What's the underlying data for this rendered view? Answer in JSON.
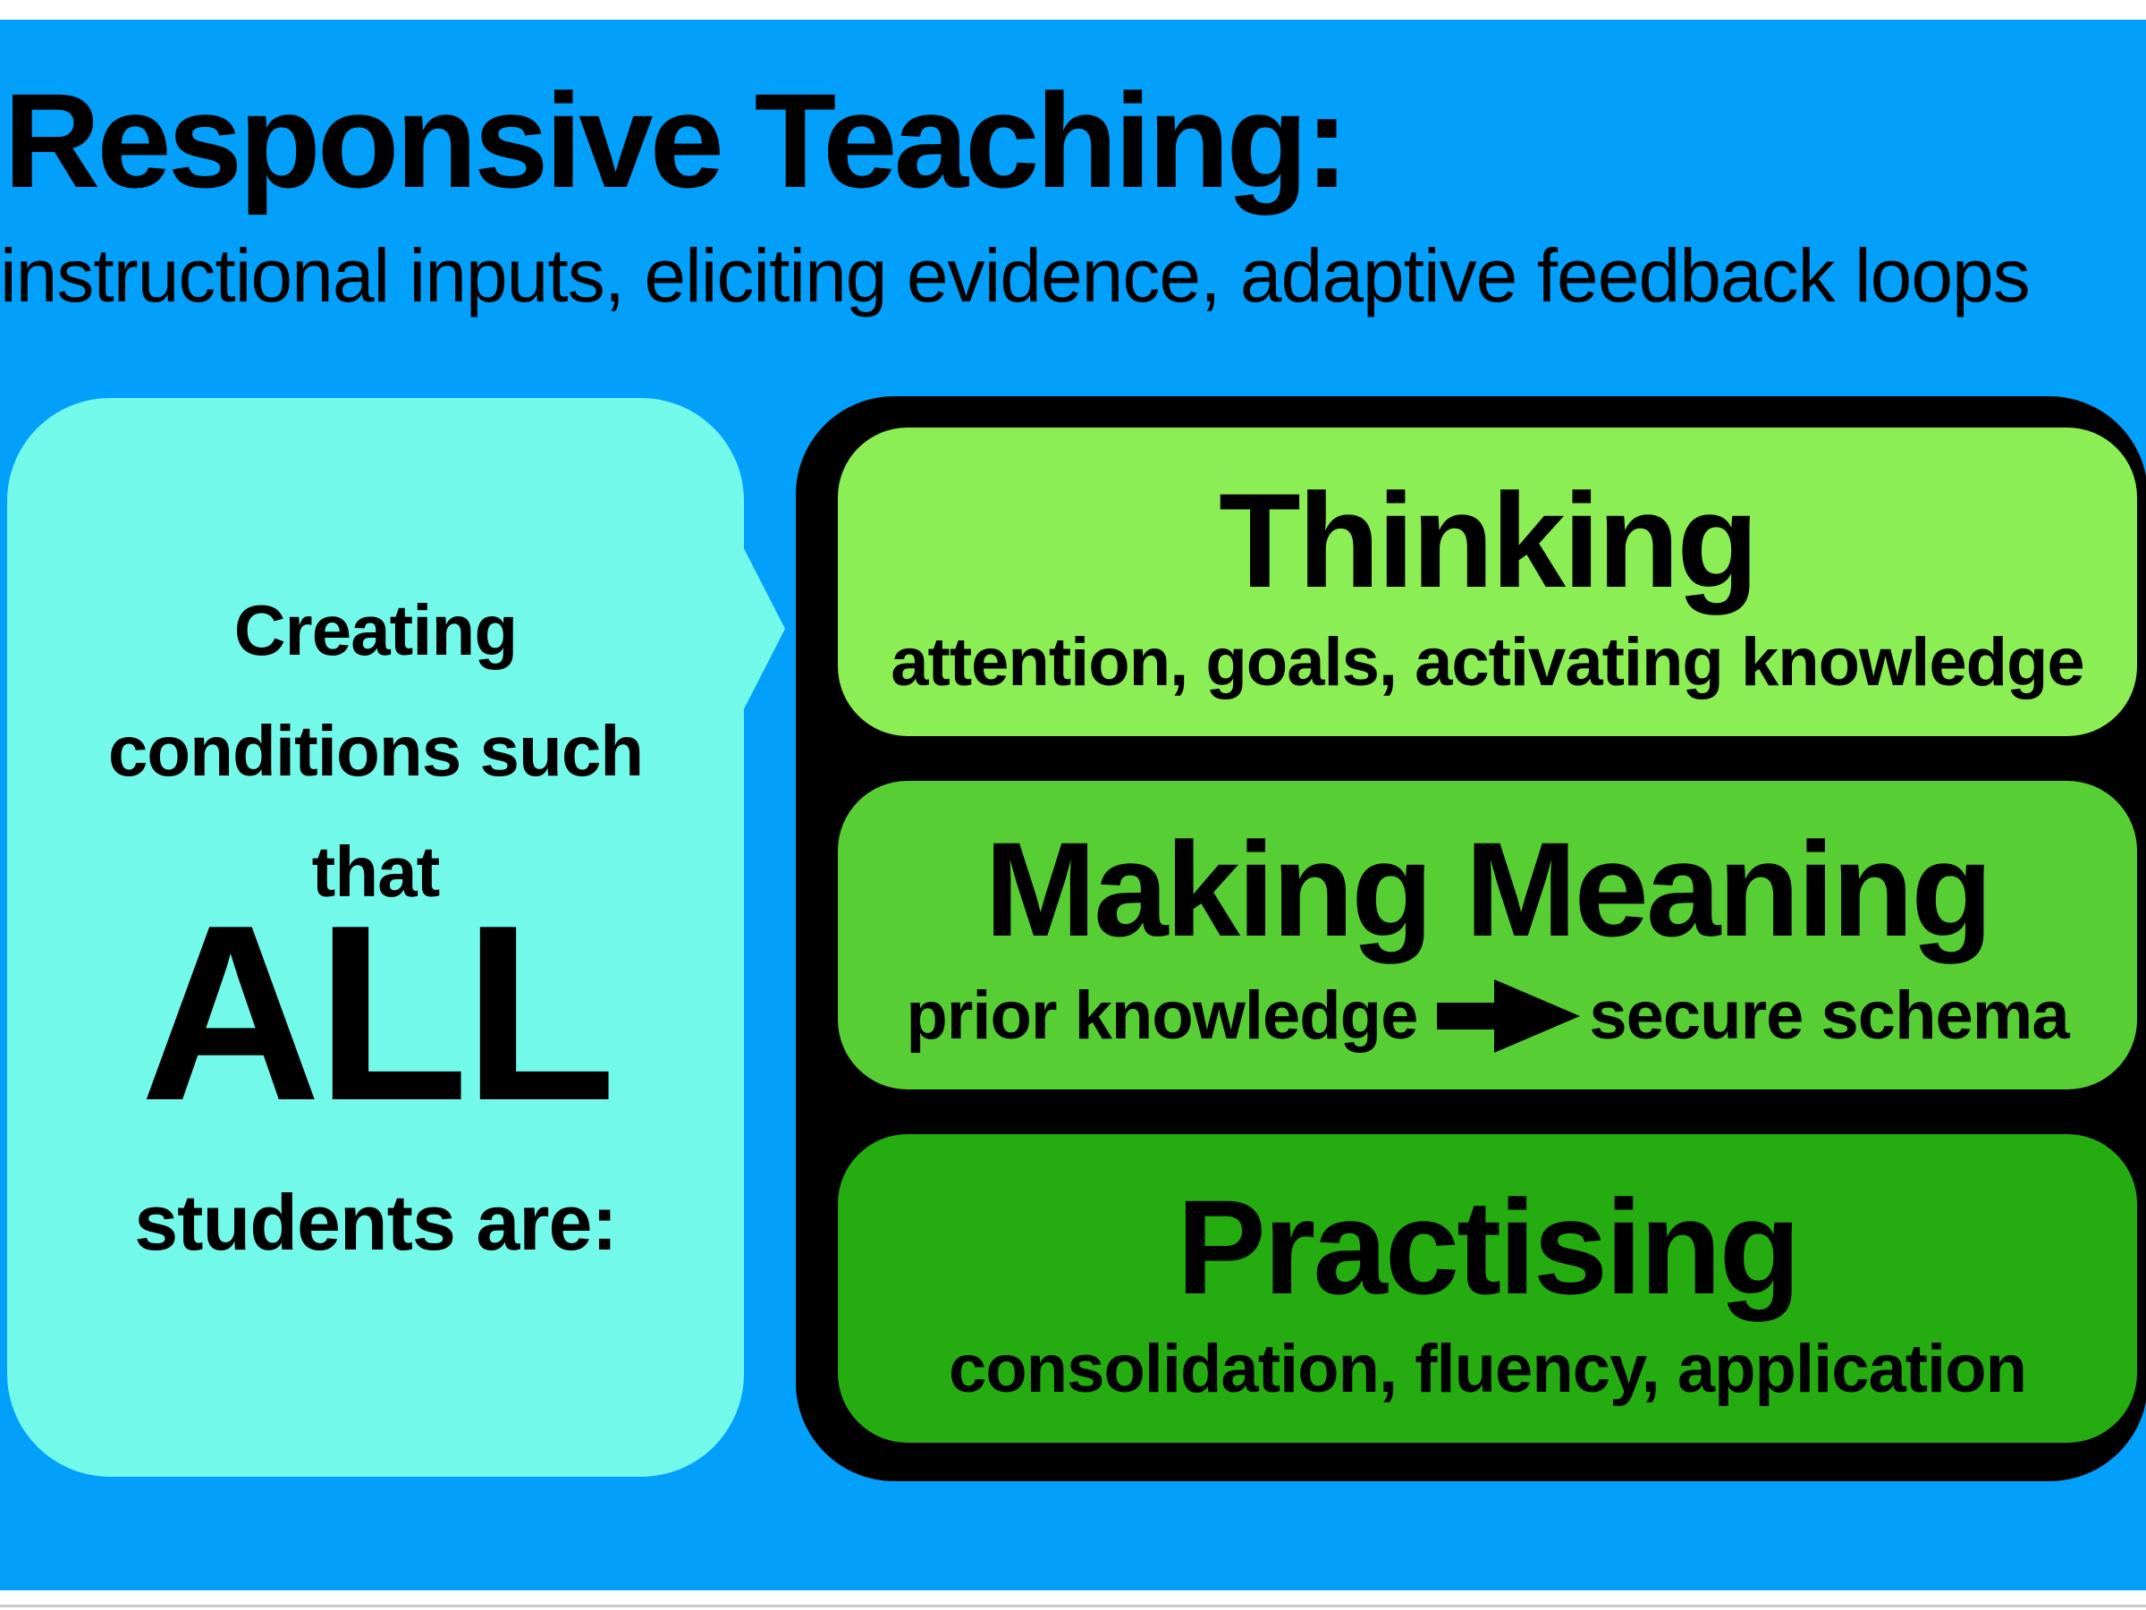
{
  "header": {
    "title": "Responsive Teaching:",
    "subtitle": "instructional inputs, eliciting evidence, adaptive feedback loops"
  },
  "bubble": {
    "lines": [
      "Creating",
      "conditions such",
      "that"
    ],
    "emphasis": "ALL",
    "closing": "students are:"
  },
  "stages": [
    {
      "heading": "Thinking",
      "subtitle": "attention, goals, activating knowledge",
      "color": "#8bee55"
    },
    {
      "heading": "Making Meaning",
      "subtitle_left": "prior knowledge",
      "arrow_icon": "right-arrow",
      "subtitle_right": "secure schema",
      "color": "#57cf34"
    },
    {
      "heading": "Practising",
      "subtitle": "consolidation, fluency, application",
      "color": "#24ac10"
    }
  ],
  "colors": {
    "background": "#02a0fb",
    "bubble": "#73f9ea",
    "panel": "#000000",
    "text": "#000000",
    "frame": "#ffffff"
  }
}
